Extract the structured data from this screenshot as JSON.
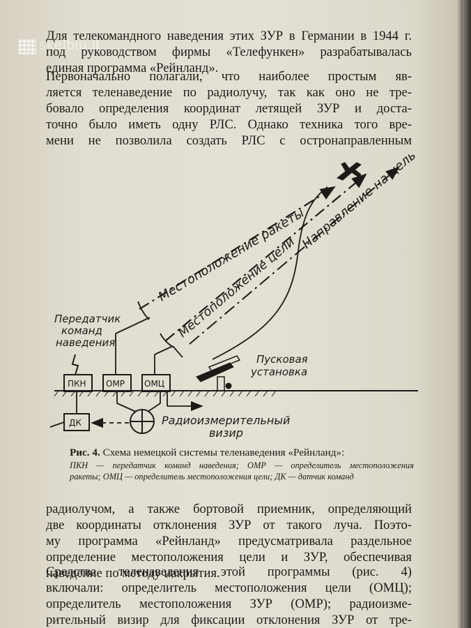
{
  "watermark": "skelbiu.lt",
  "paragraph_1": [
    "Для телекомандного наведения этих ЗУР в Германии в 1944 г.",
    "под руководством фирмы «Телефункен» разрабатывалась",
    "единая программа «Рейнланд»."
  ],
  "paragraph_2": [
    "Первоначально полагали, что наиболее простым яв-",
    "ляется теленаведение по радиолучу, так как оно не тре-",
    "бовало определения координат летящей ЗУР и доста-",
    "точно было иметь одну РЛС. Однако техника того вре-",
    "мени не позволила создать РЛС с остронаправленным"
  ],
  "figure": {
    "labels": {
      "missile_position": "Местоположение ракеты",
      "target_position": "Местоположение цели",
      "target_direction": "Направление на цель",
      "transmitter": [
        "Передатчик",
        "команд",
        "наведения"
      ],
      "launcher": [
        "Пусковая",
        "установка"
      ],
      "visor": [
        "Радиоизмерительный",
        "визир"
      ]
    },
    "boxes": [
      "ПКН",
      "ОМР",
      "ОМЦ",
      "ДК"
    ]
  },
  "caption": {
    "number": "Рис. 4.",
    "title": "Схема немецкой системы теленаведения «Рейнланд»:",
    "legend": [
      "ПКН — передатчик команд наведения; ОМР — определитель местоположения",
      "ракеты; ОМЦ — определитель местоположения цели; ДК — датчик команд"
    ]
  },
  "paragraph_3": [
    "радиолучом, а также бортовой приемник, определяющий",
    "две координаты отклонения ЗУР от такого луча. Поэто-",
    "му программа «Рейнланд» предусматривала раздельное",
    "определение местоположения цели и ЗУР, обеспечивая",
    "наведение по методу накрытия."
  ],
  "paragraph_4": [
    "Средства теленаведения этой программы (рис. 4)",
    "включали: определитель местоположения цели (ОМЦ);",
    "определитель местоположения ЗУР (ОМР); радиоизме-",
    "рительный визир для фиксации отклонения ЗУР от тре-"
  ]
}
